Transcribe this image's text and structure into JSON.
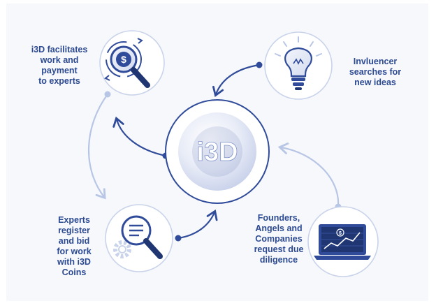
{
  "colors": {
    "primary": "#2f4b9a",
    "dark": "#1f3672",
    "ring_light": "#c9d3ea",
    "arrow_light": "#b8c6e6",
    "label": "#2c4a92",
    "background": "#f7f8fb"
  },
  "center": {
    "logo_text": "i3D"
  },
  "nodes": [
    {
      "id": "work-payment",
      "icon": "dollar-magnifier-icon",
      "label": "i3D facilitates\nwork and\npayment\nto experts"
    },
    {
      "id": "invluencer",
      "icon": "lightbulb-icon",
      "label": "Invluencer\nsearches for\nnew ideas"
    },
    {
      "id": "experts",
      "icon": "document-magnifier-gear-icon",
      "label": "Experts\nregister\nand bid\nfor work\nwith i3D\nCoins"
    },
    {
      "id": "founders",
      "icon": "laptop-chart-icon",
      "label": "Founders,\nAngels and\nCompanies\nrequest due\ndiligence"
    }
  ]
}
